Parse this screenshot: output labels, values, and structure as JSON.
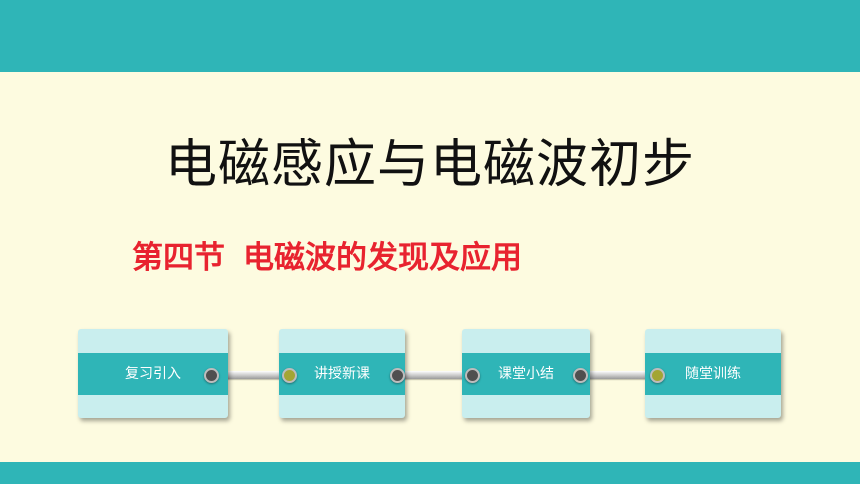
{
  "title": "电磁感应与电磁波初步",
  "section": {
    "number": "第四节",
    "name": "电磁波的发现及应用"
  },
  "nav": [
    {
      "label": "复习引入"
    },
    {
      "label": "讲授新课"
    },
    {
      "label": "课堂小结"
    },
    {
      "label": "随堂训练"
    }
  ],
  "colors": {
    "background": "#fdfbe0",
    "band": "#2fb5b7",
    "card": "#c9eeee",
    "subtitle": "#e8232f"
  }
}
